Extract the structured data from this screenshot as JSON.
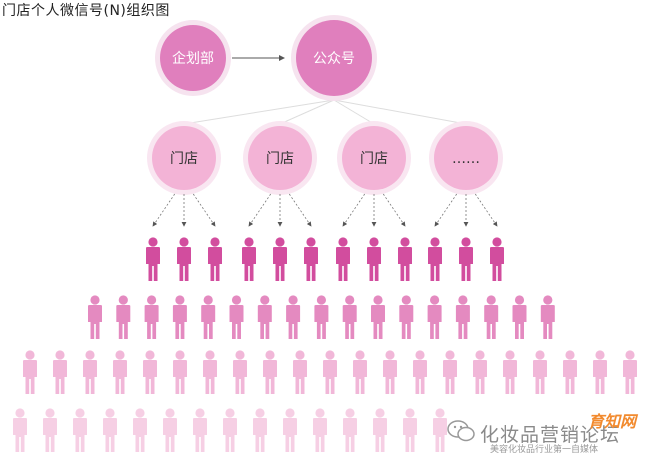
{
  "title": "门店个人微信号(N)组织图",
  "top_nodes": [
    {
      "label": "企划部"
    },
    {
      "label": "公众号"
    }
  ],
  "store_nodes": [
    {
      "label": "门店"
    },
    {
      "label": "门店"
    },
    {
      "label": "门店"
    },
    {
      "label": "……"
    }
  ],
  "colors": {
    "top_fill": "#e07fbd",
    "top_ring": "#f6e3ef",
    "store_fill": "#f3b3d6",
    "store_ring": "#f9e6f1",
    "person_row1": "#d24d9e",
    "person_row2": "#e48ac0",
    "person_row3": "#f1b7d8",
    "person_row4": "#f6cfe4",
    "arrow": "#555555",
    "connector": "#dcdcdc"
  },
  "watermark": {
    "brand_logo": "育知网",
    "text": "化妆品营销论坛",
    "subtext": "美容化妆品行业第一自媒体"
  }
}
